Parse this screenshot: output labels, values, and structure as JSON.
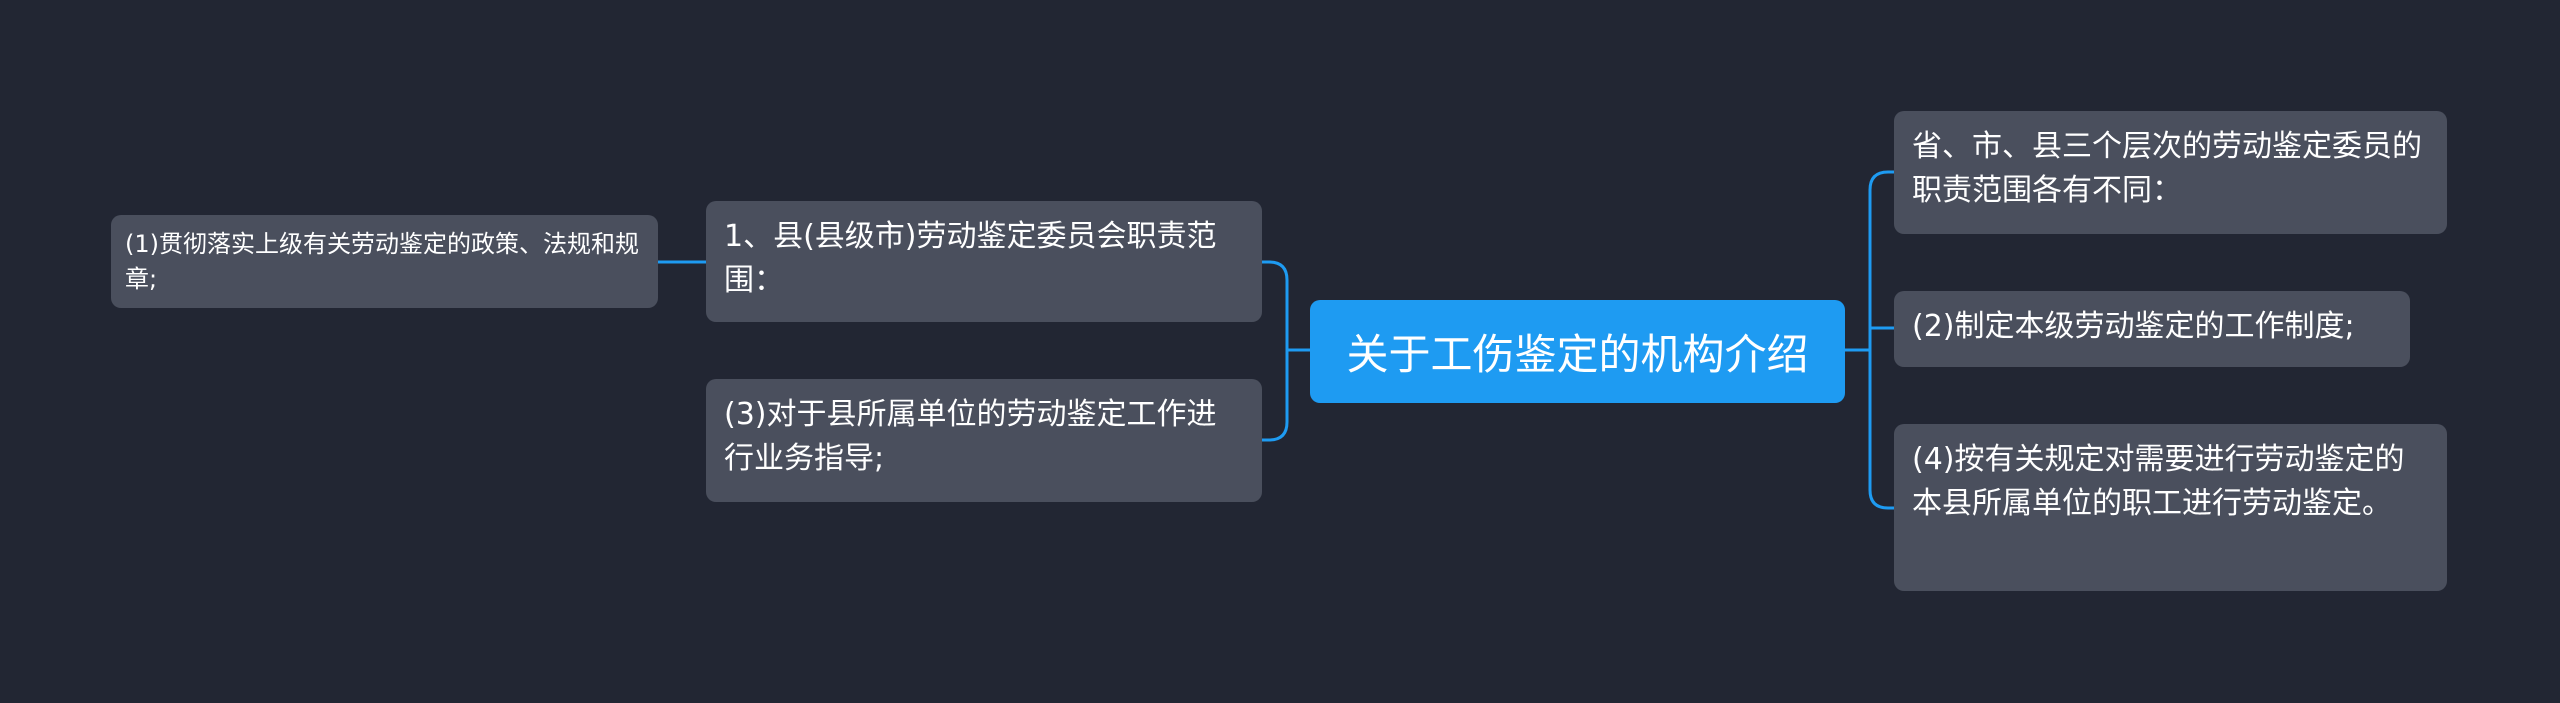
{
  "root": {
    "label": "关于工伤鉴定的机构介绍"
  },
  "left": {
    "branches": [
      {
        "label": "1、县(县级市)劳动鉴定委员会职责范围：",
        "children": [
          {
            "label": "(1)贯彻落实上级有关劳动鉴定的政策、法规和规章;"
          }
        ]
      },
      {
        "label": "(3)对于县所属单位的劳动鉴定工作进行业务指导;"
      }
    ]
  },
  "right": {
    "branches": [
      {
        "label": "省、市、县三个层次的劳动鉴定委员的职责范围各有不同："
      },
      {
        "label": "(2)制定本级劳动鉴定的工作制度;"
      },
      {
        "label": "(4)按有关规定对需要进行劳动鉴定的本县所属单位的职工进行劳动鉴定。"
      }
    ]
  },
  "colors": {
    "background": "#222633",
    "root_fill": "#1e9bf2",
    "node_fill": "#4a4f5d",
    "connector": "#1e9bf2",
    "text": "#ffffff"
  }
}
